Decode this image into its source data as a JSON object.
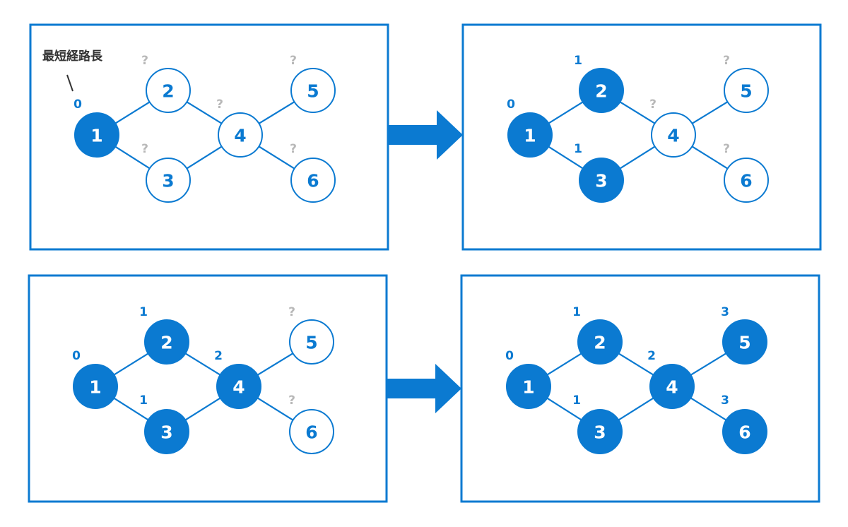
{
  "colors": {
    "accent": "#0b7ad1",
    "unknown": "#b8b8b8",
    "caption": "#333333",
    "background": "#ffffff"
  },
  "caption": "最短経路長",
  "nodes": [
    "1",
    "2",
    "3",
    "4",
    "5",
    "6"
  ],
  "edges": [
    [
      "1",
      "2"
    ],
    [
      "1",
      "3"
    ],
    [
      "2",
      "4"
    ],
    [
      "3",
      "4"
    ],
    [
      "4",
      "5"
    ],
    [
      "4",
      "6"
    ]
  ],
  "panels": [
    {
      "filled": [
        "1"
      ],
      "distances": {
        "1": "0",
        "2": "?",
        "3": "?",
        "4": "?",
        "5": "?",
        "6": "?"
      }
    },
    {
      "filled": [
        "1",
        "2",
        "3"
      ],
      "distances": {
        "1": "0",
        "2": "1",
        "3": "1",
        "4": "?",
        "5": "?",
        "6": "?"
      }
    },
    {
      "filled": [
        "1",
        "2",
        "3",
        "4"
      ],
      "distances": {
        "1": "0",
        "2": "1",
        "3": "1",
        "4": "2",
        "5": "?",
        "6": "?"
      }
    },
    {
      "filled": [
        "1",
        "2",
        "3",
        "4",
        "5",
        "6"
      ],
      "distances": {
        "1": "0",
        "2": "1",
        "3": "1",
        "4": "2",
        "5": "3",
        "6": "3"
      }
    }
  ]
}
